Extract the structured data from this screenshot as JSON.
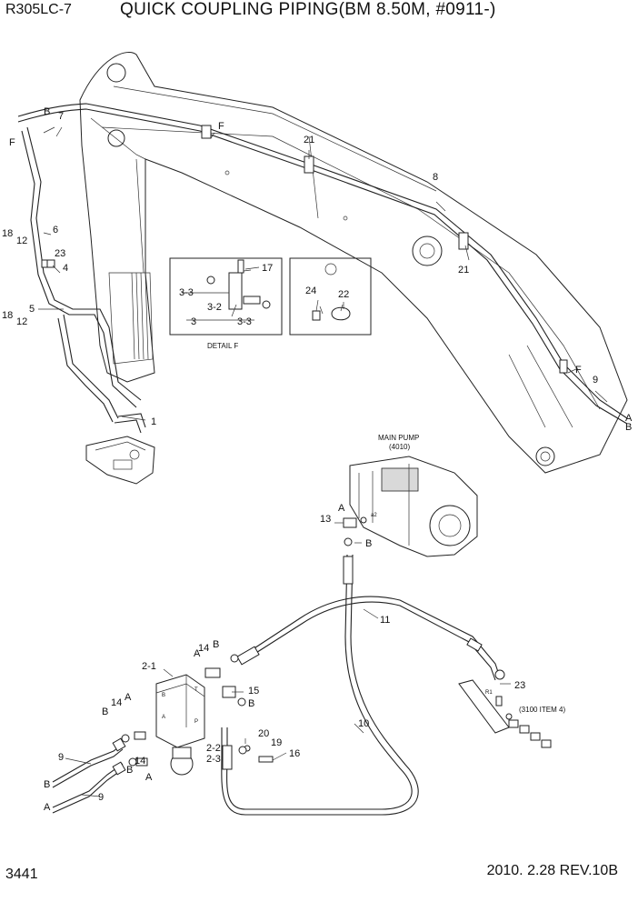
{
  "header": {
    "model": "R305LC-7",
    "title": "QUICK COUPLING PIPING(BM 8.50M, #0911-)"
  },
  "footer": {
    "page_number": "3441",
    "date_revision": "2010. 2.28  REV.10B"
  },
  "diagram": {
    "detail_label": "DETAIL F",
    "main_pump": {
      "label": "MAIN PUMP",
      "part_ref": "(4010)",
      "port": "a2"
    },
    "reference_note": "(3100 ITEM 4)",
    "port_code": "R1",
    "valve_port_labels": [
      "B",
      "A",
      "T",
      "P"
    ],
    "callouts": {
      "n1": "1",
      "n2_1": "2-1",
      "n2_2": "2-2",
      "n2_3": "2-3",
      "n3": "3",
      "n3_2": "3-2",
      "n3_3a": "3-3",
      "n3_3b": "3-3",
      "n4": "4",
      "n5": "5",
      "n6": "6",
      "n7": "7",
      "n8": "8",
      "n9_right": "9",
      "n9_bl_top": "9",
      "n9_bl_bot": "9",
      "n10": "10",
      "n11": "11",
      "n12_a": "12",
      "n12_b": "12",
      "n13": "13",
      "n14_a": "14",
      "n14_b": "14",
      "n14_c": "14",
      "n15": "15",
      "n16": "16",
      "n17": "17",
      "n18_a": "18",
      "n18_b": "18",
      "n19": "19",
      "n20": "20",
      "n21_top": "21",
      "n21_mid": "21",
      "n22": "22",
      "n23_a": "23",
      "n23_b": "23",
      "n24": "24",
      "letter_B_top": "B",
      "letter_F_left": "F",
      "letter_F_top": "F",
      "letter_F_right": "F",
      "letter_A_right": "A",
      "letter_B_right": "B",
      "letter_A_pump": "A",
      "letter_B_pump": "B",
      "letter_B_14a": "B",
      "letter_A_14a": "A",
      "letter_B_15": "B",
      "letter_A_14b": "A",
      "letter_B_14b": "B",
      "letter_B_14c": "B",
      "letter_A_14c": "A",
      "letter_B_bl": "B",
      "letter_A_bl": "A"
    }
  }
}
